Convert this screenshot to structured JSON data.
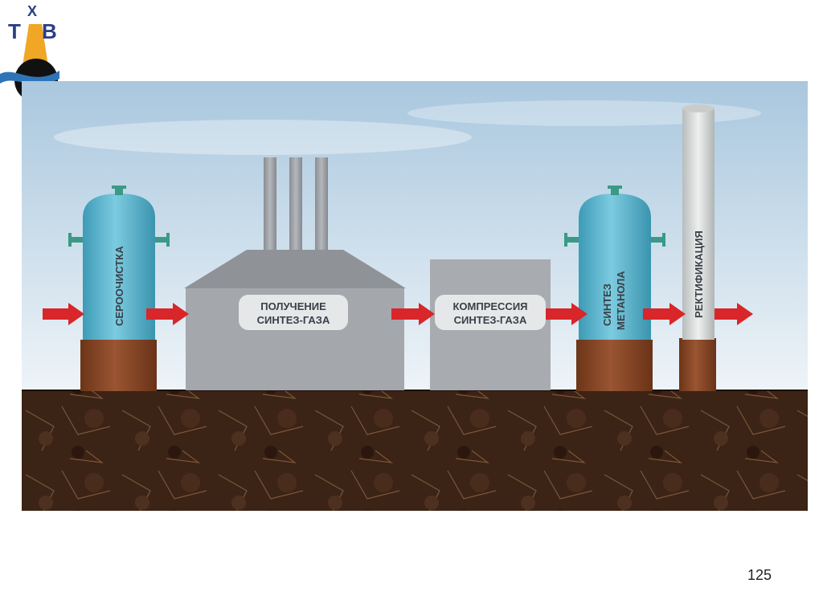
{
  "logo": {
    "letters": [
      "Х",
      "Т",
      "В"
    ]
  },
  "stages": {
    "desulfurization": "СЕРООЧИСТКА",
    "syngas_production": [
      "ПОЛУЧЕНИЕ",
      "СИНТЕЗ-ГАЗА"
    ],
    "syngas_compression": [
      "КОМПРЕССИЯ",
      "СИНТЕЗ-ГАЗА"
    ],
    "methanol_synthesis": [
      "СИНТЕЗ",
      "МЕТАНОЛА"
    ],
    "rectification": "РЕКТИФИКАЦИЯ"
  },
  "page_number": "125",
  "colors": {
    "sky_top": "#a9c7de",
    "sky_bottom": "#edf3f8",
    "vessel": "#5ab4cc",
    "vessel_flange": "#3a9a86",
    "base": "#8a4a2c",
    "building": "#a3a6aa",
    "arrow": "#d8262a",
    "soil": "#3d2416",
    "column": "#d8dcdb"
  }
}
